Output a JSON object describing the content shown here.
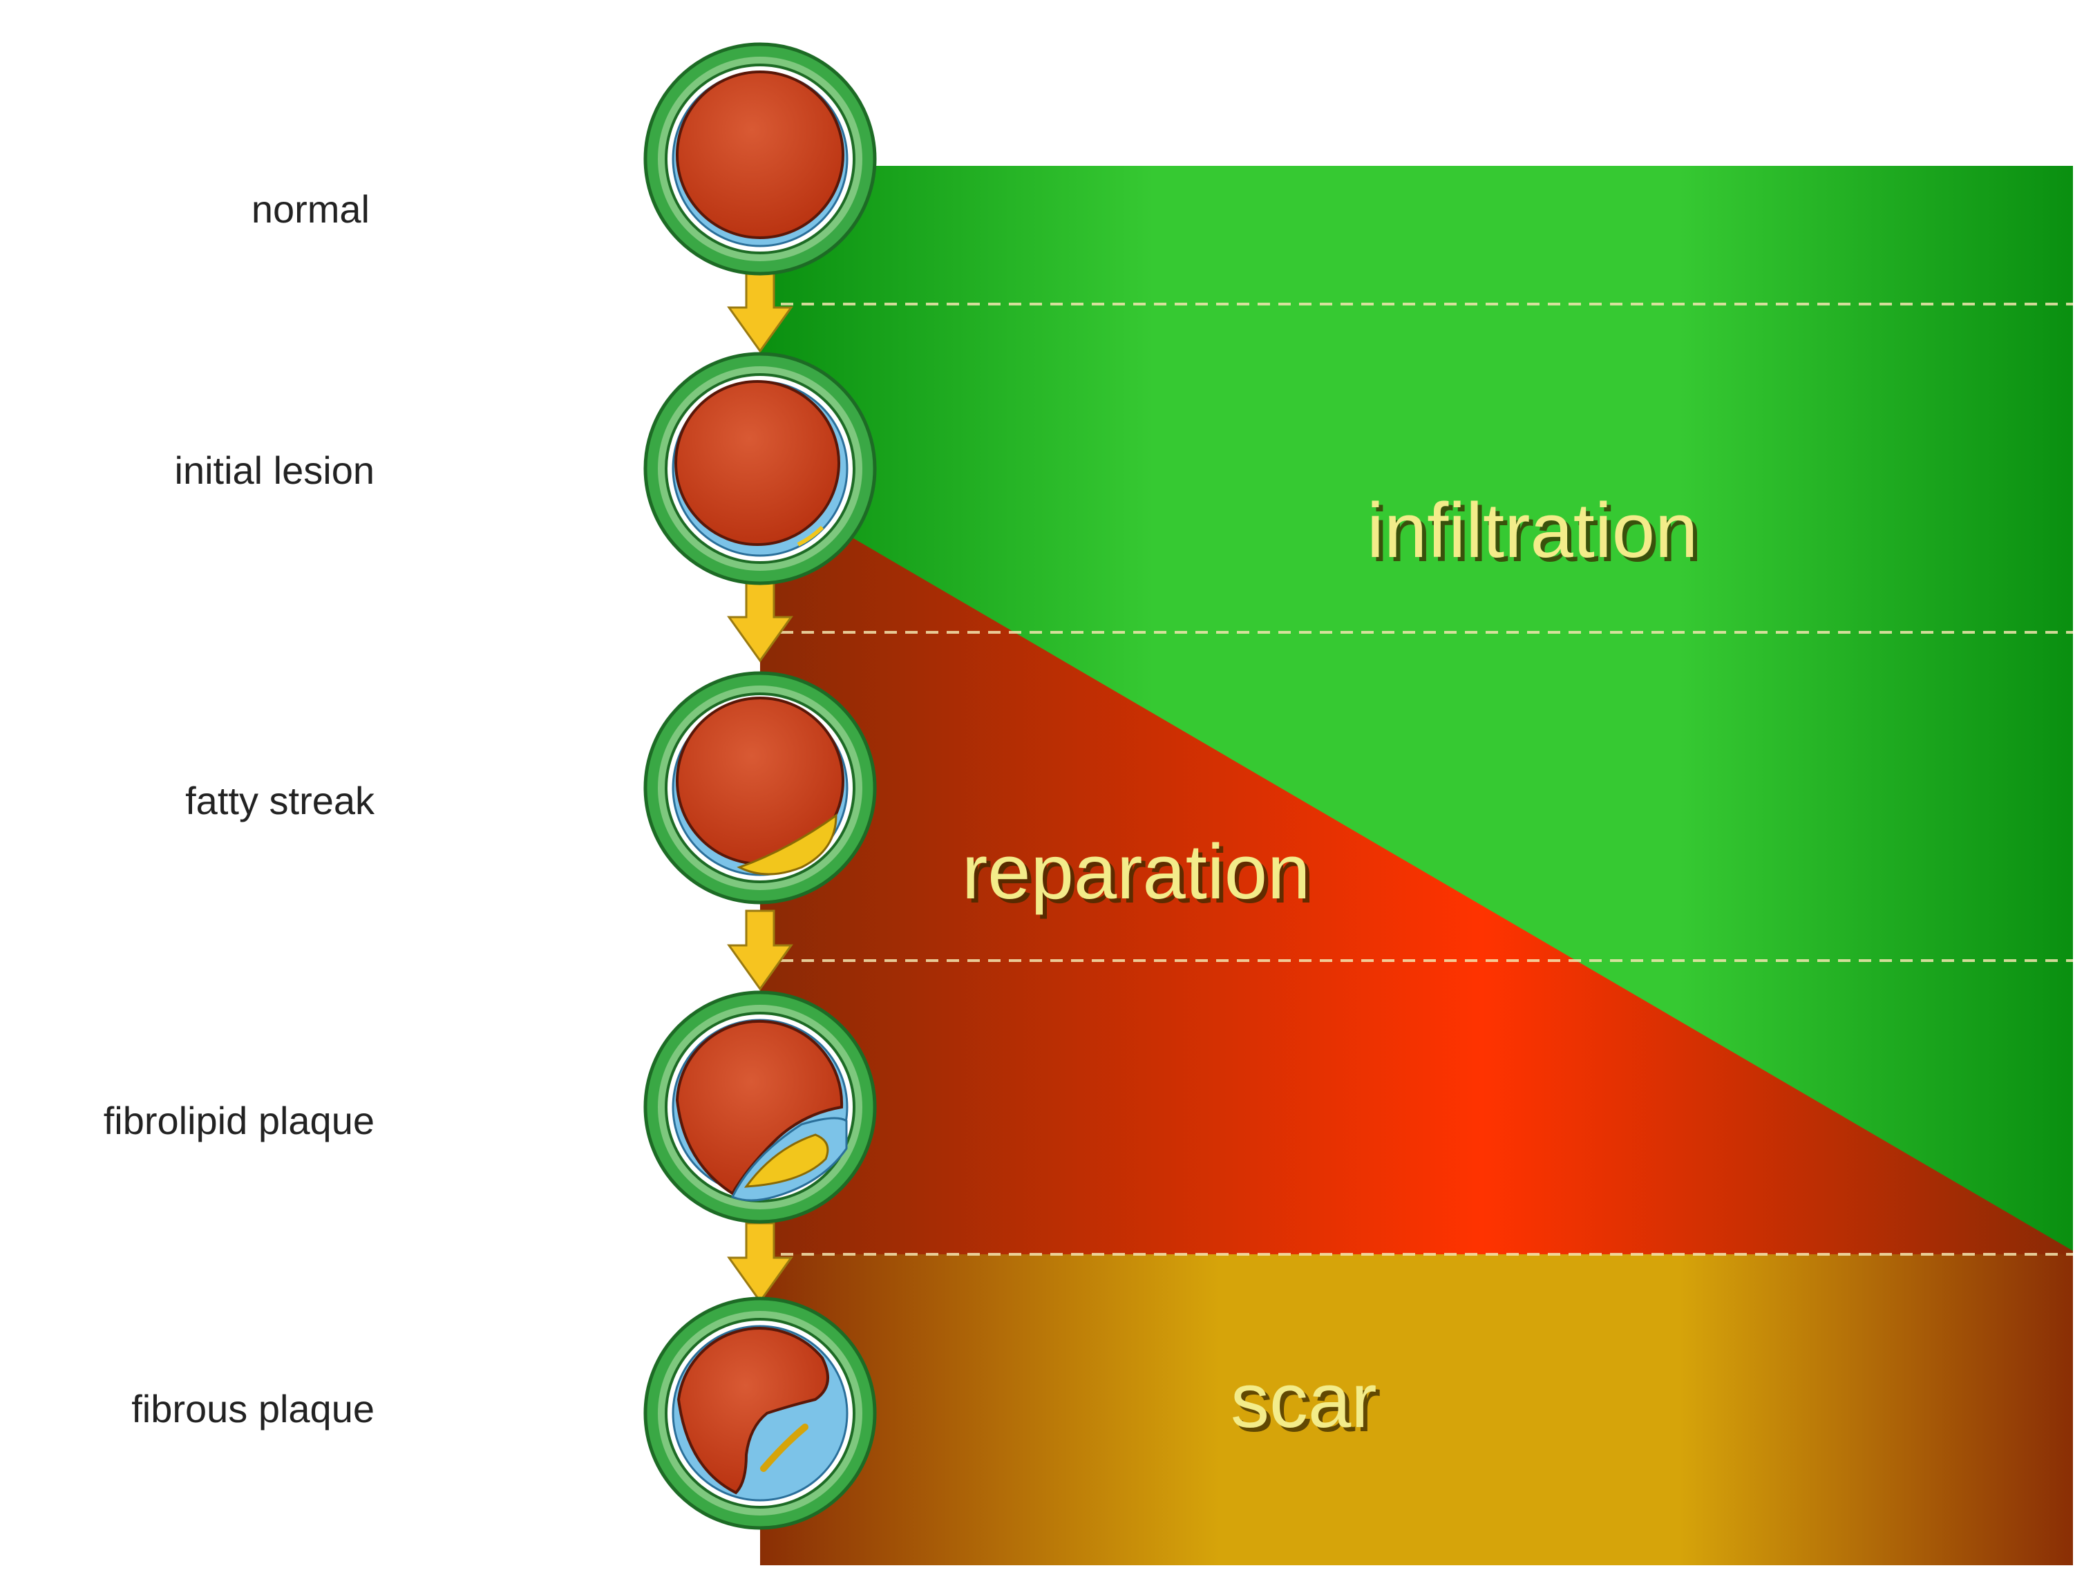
{
  "stages": [
    {
      "label": "normal",
      "lesion": "none"
    },
    {
      "label": "initial lesion",
      "lesion": "initial"
    },
    {
      "label": "fatty streak",
      "lesion": "fatty-streak"
    },
    {
      "label": "fibrolipid plaque",
      "lesion": "fibrolipid"
    },
    {
      "label": "fibrous plaque",
      "lesion": "fibrous"
    }
  ],
  "zones": {
    "infiltration": "infiltration",
    "reparation": "reparation",
    "scar": "scar"
  },
  "colors": {
    "infiltration_light": "#36c932",
    "infiltration_dark": "#0a8f10",
    "reparation_light": "#ff3300",
    "reparation_dark": "#8a2a05",
    "scar_light": "#d6a40a",
    "scar_dark": "#8a2e05",
    "arrow": "#f6c420",
    "vessel_wall": "#3aa845",
    "vessel_ring": "#7ec87e",
    "intima": "#7cc3e8",
    "lumen": "#c6401e",
    "lipid": "#f2c61c"
  }
}
